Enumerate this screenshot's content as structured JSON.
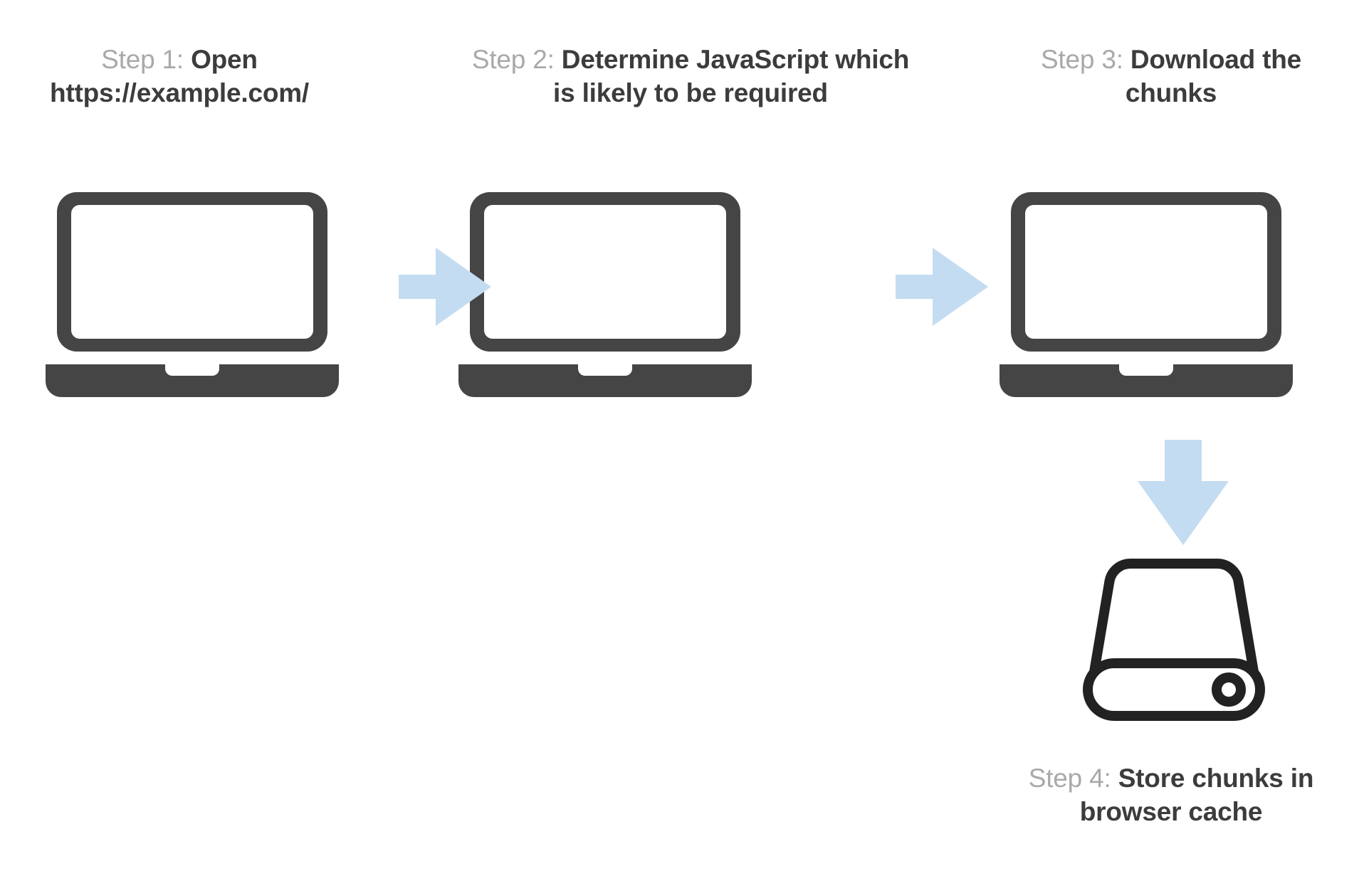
{
  "page": {
    "title": "Browser JavaScript chunk caching flow",
    "background_color": "#ffffff"
  },
  "colors": {
    "arrow_blue": "#c3dcf1",
    "laptop_gray": "#454545",
    "drive_black": "#222222",
    "label_prefix_gray": "#a9a9a9",
    "label_strong_dark": "#3c3c3c"
  },
  "steps": [
    {
      "id": "step-1",
      "prefix": "Step 1: ",
      "text": "Open https://example.com/",
      "icon": "laptop-icon"
    },
    {
      "id": "step-2",
      "prefix": "Step 2: ",
      "text": "Determine JavaScript which is likely to be required",
      "icon": "laptop-icon"
    },
    {
      "id": "step-3",
      "prefix": "Step 3: ",
      "text": "Download the chunks",
      "icon": "laptop-icon"
    },
    {
      "id": "step-4",
      "prefix": "Step 4: ",
      "text": "Store chunks in browser cache",
      "icon": "storage-drive-icon"
    }
  ],
  "connectors": [
    {
      "id": "arrow-1",
      "direction": "right",
      "from": "step-1",
      "to": "step-2"
    },
    {
      "id": "arrow-2",
      "direction": "right",
      "from": "step-2",
      "to": "step-3"
    },
    {
      "id": "arrow-3",
      "direction": "down",
      "from": "step-3",
      "to": "step-4"
    }
  ]
}
